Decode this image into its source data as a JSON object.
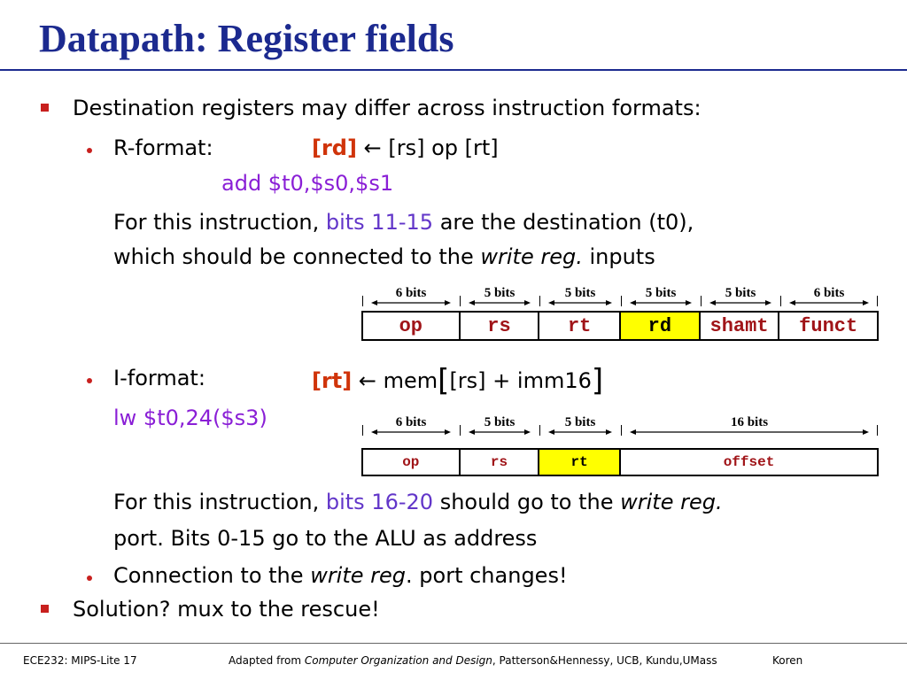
{
  "slide": {
    "title": "Datapath: Register fields",
    "bullet1": "Destination registers may differ across instruction formats:",
    "r_format": {
      "label": "R-format:",
      "dest": "[rd]",
      "arrow": "←",
      "expr": "[rs] op [rt]",
      "example": "add $t0,$s0,$s1",
      "note_pre": "For this instruction,",
      "note_bits": "bits 11-15",
      "note_post": "are the destination (t0),",
      "note2_pre": "which should be connected to the",
      "note2_italic": "write reg.",
      "note2_post": "inputs"
    },
    "i_format": {
      "label": "I-format:",
      "dest": "[rt]",
      "arrow": "←",
      "mem": "mem",
      "bracket_open": "[",
      "expr": "[rs] + imm16",
      "bracket_close": "]",
      "example": "lw $t0,24($s3)",
      "note_pre": "For this instruction,",
      "note_bits": "bits 16-20",
      "note_post": "should go to the",
      "note_italic": "write reg.",
      "note2": "port. Bits 0-15 go to the ALU as address"
    },
    "bullet_conn_pre": "Connection to the",
    "bullet_conn_italic": "write reg",
    "bullet_conn_post": ". port changes!",
    "bullet_solution": "Solution? mux to the rescue!"
  },
  "r_fields": {
    "widths": [
      "6 bits",
      "5 bits",
      "5 bits",
      "5 bits",
      "5 bits",
      "6 bits"
    ],
    "names": [
      "op",
      "rs",
      "rt",
      "rd",
      "shamt",
      "funct"
    ],
    "highlight": "rd"
  },
  "i_fields": {
    "widths": [
      "6 bits",
      "5 bits",
      "5 bits",
      "16 bits"
    ],
    "names": [
      "op",
      "rs",
      "rt",
      "offset"
    ],
    "highlight": "rt"
  },
  "footer": {
    "left": "ECE232: MIPS-Lite 17",
    "adapted_pre": "Adapted from",
    "adapted_italic": "Computer Organization and Design",
    "adapted_post": ", Patterson&Hennessy, UCB, Kundu,UMass",
    "author": "Koren"
  },
  "colors": {
    "title": "#1c2a8f",
    "bullet": "#c8201e",
    "dest": "#d0340a",
    "code": "#8a1fd6",
    "bits_text": "#6236c9",
    "highlight": "#ffff00",
    "field_text": "#a01418"
  }
}
